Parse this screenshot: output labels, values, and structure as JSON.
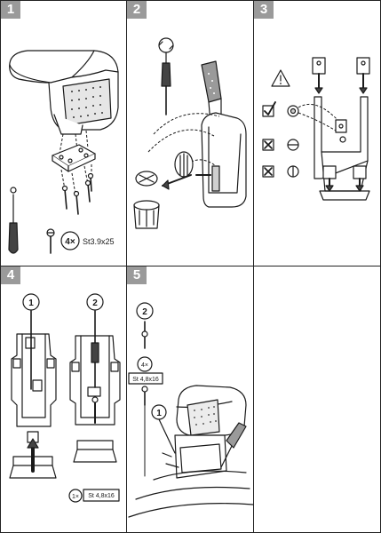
{
  "panels": [
    {
      "number": "1"
    },
    {
      "number": "2"
    },
    {
      "number": "3"
    },
    {
      "number": "4"
    },
    {
      "number": "5"
    },
    {
      "number": ""
    }
  ],
  "step1": {
    "qty": "4×",
    "screw": "St3.9x25"
  },
  "step4": {
    "callout_a": "1",
    "callout_b": "2",
    "qty": "1×",
    "screw": "St 4,8x16"
  },
  "step5": {
    "callout_top": "2",
    "qty": "4×",
    "screw": "St 4,8x16",
    "callout_bottom": "1"
  }
}
